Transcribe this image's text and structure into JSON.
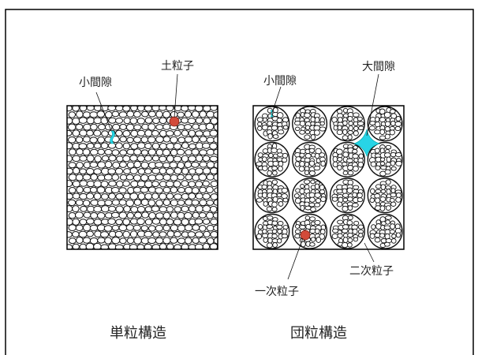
{
  "left_panel": {
    "caption": "単粒構造",
    "labels": {
      "soil_particle": "土粒子",
      "small_pore": "小間隙"
    }
  },
  "right_panel": {
    "caption": "団粒構造",
    "labels": {
      "small_pore": "小間隙",
      "large_pore": "大間隙",
      "primary_particle": "一次粒子",
      "secondary_particle": "二次粒子"
    }
  },
  "colors": {
    "soil_particle": "#d24a3a",
    "pore": "#28d4e6",
    "frame": "#000000",
    "particle_outline": "#111111"
  }
}
